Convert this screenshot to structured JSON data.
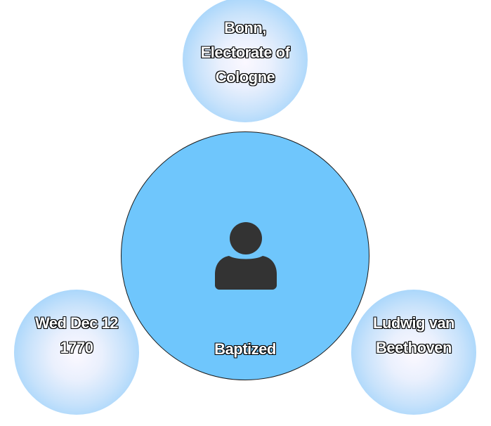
{
  "center": {
    "label": "Baptized",
    "icon": "person-icon",
    "color": "#6fc6fc"
  },
  "bubbles": {
    "place": {
      "lines": [
        "Bonn,",
        "Electorate of",
        "Cologne"
      ]
    },
    "date": {
      "lines": [
        "Wed Dec 12",
        "1770"
      ]
    },
    "person": {
      "lines": [
        "Ludwig van",
        "Beethoven"
      ]
    }
  }
}
